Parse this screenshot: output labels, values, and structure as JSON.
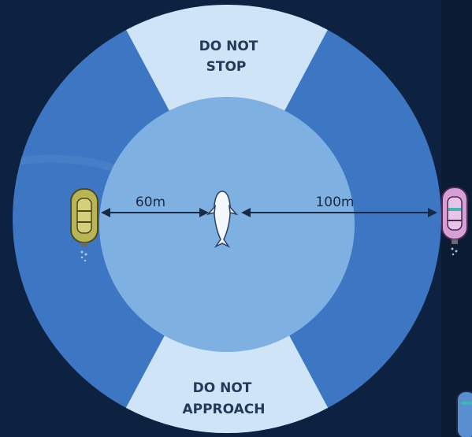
{
  "zones": {
    "top_line1": "DO NOT",
    "top_line2": "STOP",
    "bottom_line1": "DO NOT",
    "bottom_line2": "APPROACH"
  },
  "distances": {
    "inner": "60m",
    "outer": "100m"
  },
  "colors": {
    "background": "#0d2240",
    "outer_ring": "#3d77c4",
    "wedge": "#cfe4f6",
    "inner_circle": "#7fb0e2",
    "boat_left": "#b9b454",
    "boat_right": "#d6a0d6",
    "whale": "#f4f7fb"
  },
  "icons": [
    "whale-icon",
    "inflatable-boat-icon",
    "inflatable-boat-icon"
  ]
}
